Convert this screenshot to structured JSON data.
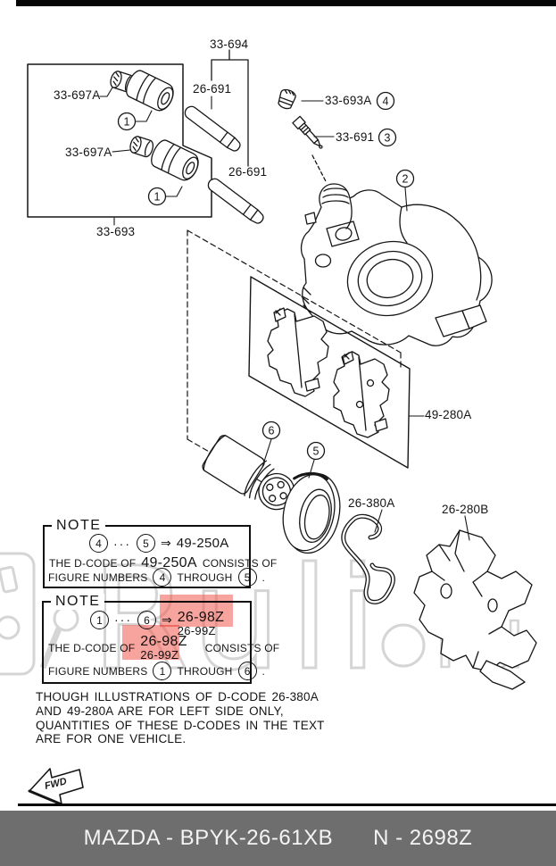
{
  "footer": {
    "brand_code": "MAZDA - BPYK-26-61XB",
    "sheet_number": "N - 2698Z"
  },
  "watermark": {
    "text_main": "Ruli",
    "text_suffix": "ru"
  },
  "fwd": {
    "label": "FWD"
  },
  "parts": {
    "p33_694": "33-694",
    "p26_691_upper": "26-691",
    "p26_691_lower": "26-691",
    "p33_697a_upper": "33-697A",
    "p33_697a_lower": "33-697A",
    "p33_693": "33-693",
    "p33_693a": "33-693A",
    "p33_691": "33-691",
    "p49_280a": "49-280A",
    "p26_380a": "26-380A",
    "p26_280b": "26-280B"
  },
  "callouts": {
    "c1": "1",
    "c2": "2",
    "c3": "3",
    "c4": "4",
    "c5": "5",
    "c6": "6"
  },
  "note1": {
    "title": "NOTE",
    "range_from": "4",
    "range_dots": "···",
    "range_to": "5",
    "arrow": "⇒",
    "result": "49-250A",
    "body_prefix": "THE D-CODE OF",
    "body_code": "49-250A",
    "body_suffix": "CONSISTS OF",
    "figures_prefix": "FIGURE NUMBERS",
    "figures_from": "4",
    "figures_through": "THROUGH",
    "figures_to": "5",
    "period": "."
  },
  "note2": {
    "title": "NOTE",
    "range_from": "1",
    "range_dots": "···",
    "range_to": "6",
    "arrow": "⇒",
    "result_top": "26-98Z",
    "result_bottom": "26-99Z",
    "body_prefix": "THE D-CODE OF",
    "code_top": "26-98Z",
    "code_bottom": "26-99Z",
    "body_suffix": "CONSISTS OF",
    "figures_prefix": "FIGURE NUMBERS",
    "figures_from": "1",
    "figures_through": "THROUGH",
    "figures_to": "6",
    "period": "."
  },
  "disclaimer": [
    "THOUGH ILLUSTRATIONS OF D-CODE 26-380A",
    "AND 49-280A ARE FOR LEFT SIDE ONLY,",
    "QUANTITIES OF THESE D-CODES IN THE TEXT",
    "ARE FOR ONE VEHICLE."
  ],
  "colors": {
    "highlight": "rgba(241,90,80,0.55)",
    "footer_bg": "#6e6e6e",
    "footer_text": "#f4f4f4",
    "watermark": "#d5d5d5",
    "line_art": "#161616"
  }
}
